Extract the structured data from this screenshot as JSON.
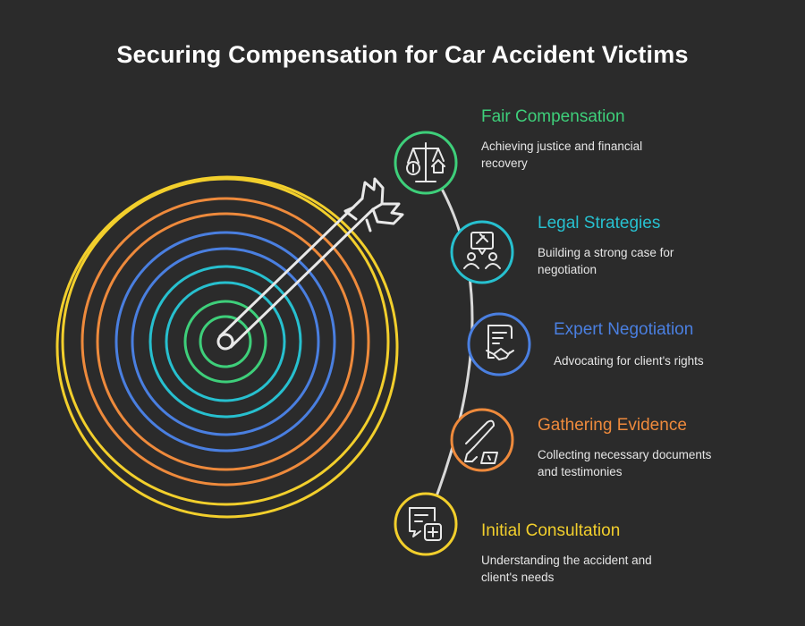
{
  "title": "Securing Compensation for Car Accident Victims",
  "colors": {
    "background": "#2b2b2b",
    "green": "#3ecf7a",
    "teal": "#27c0cf",
    "blue": "#4a7fe0",
    "orange": "#ee8a3c",
    "yellow": "#f2cf2c"
  },
  "steps": [
    {
      "title": "Fair Compensation",
      "description": "Achieving justice and financial recovery",
      "color": "#3ecf7a",
      "icon": "scales-of-justice-icon"
    },
    {
      "title": "Legal Strategies",
      "description": "Building a strong case for negotiation",
      "color": "#27c0cf",
      "icon": "gavel-discussion-icon"
    },
    {
      "title": "Expert Negotiation",
      "description": "Advocating for client's rights",
      "color": "#4a7fe0",
      "icon": "contract-handshake-icon"
    },
    {
      "title": "Gathering Evidence",
      "description": "Collecting necessary documents and testimonies",
      "color": "#ee8a3c",
      "icon": "scalpel-evidence-icon"
    },
    {
      "title": "Initial Consultation",
      "description": "Understanding the accident and client's needs",
      "color": "#f2cf2c",
      "icon": "medical-chat-icon"
    }
  ]
}
